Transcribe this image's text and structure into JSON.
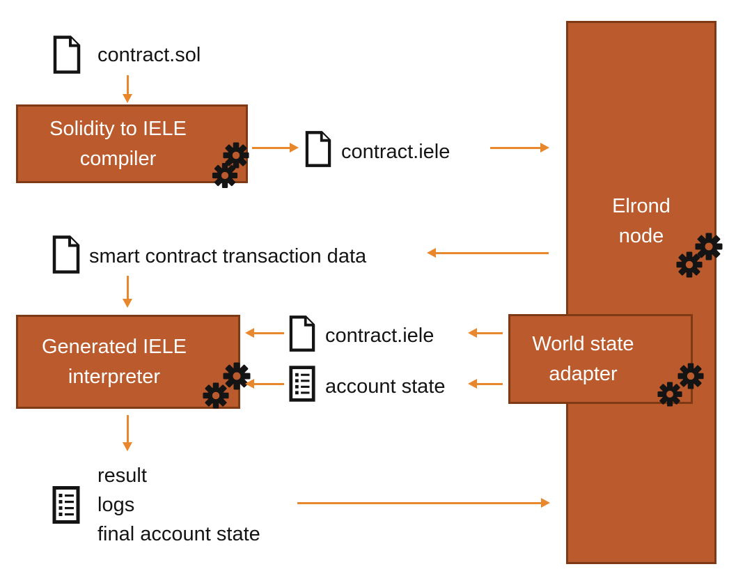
{
  "title": "IELE / Elrond execution flow diagram",
  "colors": {
    "box-fill": "#BA5A2D",
    "box-border": "#7E3A15",
    "arrow": "#E8872B",
    "text": "#141414",
    "box-text": "#FFFFFF",
    "icon-stroke": "#141414"
  },
  "nodes": {
    "contract_sol": {
      "label": "contract.sol",
      "icon": "document-icon"
    },
    "compiler": {
      "label": "Solidity to IELE\ncompiler",
      "icon": "gears-icon"
    },
    "contract_iele_out": {
      "label": "contract.iele",
      "icon": "document-icon"
    },
    "elrond_node": {
      "label": "Elrond\nnode",
      "icon": "gears-icon"
    },
    "tx_data": {
      "label": "smart contract transaction data",
      "icon": "document-icon"
    },
    "interpreter": {
      "label": "Generated IELE\ninterpreter",
      "icon": "gears-icon"
    },
    "contract_iele_in": {
      "label": "contract.iele",
      "icon": "document-icon"
    },
    "account_state": {
      "label": "account state",
      "icon": "list-icon"
    },
    "world_state_adapter": {
      "label": "World state\nadapter",
      "icon": "gears-icon"
    },
    "outputs": {
      "lines": [
        "result",
        "logs",
        "final account state"
      ],
      "icon": "list-icon"
    }
  },
  "edges": [
    {
      "from": "contract_sol",
      "to": "compiler",
      "direction": "down"
    },
    {
      "from": "compiler",
      "to": "contract_iele_out",
      "direction": "right"
    },
    {
      "from": "contract_iele_out",
      "to": "elrond_node",
      "direction": "right"
    },
    {
      "from": "elrond_node",
      "to": "tx_data",
      "direction": "left"
    },
    {
      "from": "tx_data",
      "to": "interpreter",
      "direction": "down"
    },
    {
      "from": "contract_iele_in",
      "to": "interpreter",
      "direction": "left"
    },
    {
      "from": "world_state_adapter",
      "to": "contract_iele_in",
      "direction": "left"
    },
    {
      "from": "account_state",
      "to": "interpreter",
      "direction": "left"
    },
    {
      "from": "world_state_adapter",
      "to": "account_state",
      "direction": "left"
    },
    {
      "from": "interpreter",
      "to": "outputs",
      "direction": "down"
    },
    {
      "from": "outputs",
      "to": "elrond_node",
      "direction": "right"
    }
  ]
}
